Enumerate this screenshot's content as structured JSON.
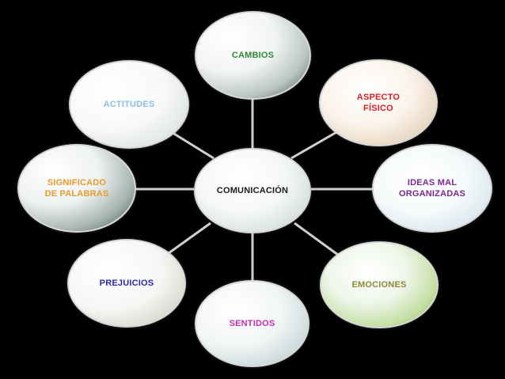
{
  "diagram": {
    "center": {
      "label": "COMUNICACIÓN",
      "color": "#1a1a1a"
    },
    "nodes": [
      {
        "id": "cambios",
        "label": "CAMBIOS",
        "color": "#2e8b3a"
      },
      {
        "id": "aspecto",
        "label": "ASPECTO\nFÍSICO",
        "color": "#d4202a"
      },
      {
        "id": "ideas",
        "label": "IDEAS MAL\nORGANIZADAS",
        "color": "#7a2a8c"
      },
      {
        "id": "emociones",
        "label": "EMOCIONES",
        "color": "#8a8a3a"
      },
      {
        "id": "sentidos",
        "label": "SENTIDOS",
        "color": "#c22fb0"
      },
      {
        "id": "prejuicios",
        "label": "PREJUICIOS",
        "color": "#2a2aa8"
      },
      {
        "id": "significado",
        "label": "SIGNIFICADO\nDE PALABRAS",
        "color": "#e89a2a"
      },
      {
        "id": "actitudes",
        "label": "ACTITUDES",
        "color": "#8fbce6"
      }
    ],
    "connector_color": "#cfcfcf"
  }
}
